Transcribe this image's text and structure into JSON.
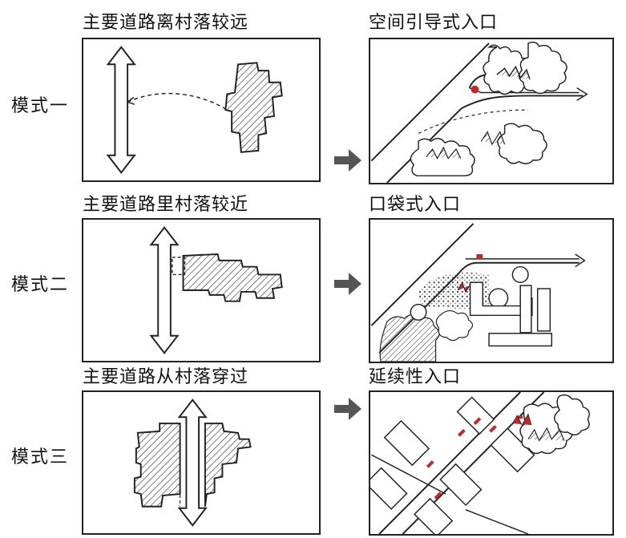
{
  "rows": [
    {
      "mode": "模式一",
      "left_title": "主要道路离村落较远",
      "right_title": "空间引导式入口"
    },
    {
      "mode": "模式二",
      "left_title": "主要道路里村落较近",
      "right_title": "口袋式入口"
    },
    {
      "mode": "模式三",
      "left_title": "主要道路从村落穿过",
      "right_title": "延续性入口"
    }
  ],
  "colors": {
    "ink": "#222222",
    "accent_red": "#c0282a",
    "arrow": "#555555"
  }
}
